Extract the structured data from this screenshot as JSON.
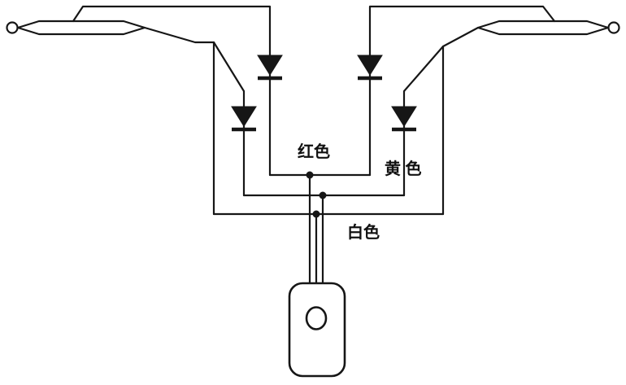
{
  "diagram": {
    "type": "antenna-diode-wiring-schematic",
    "background_color": "#ffffff",
    "line_color": "#161616",
    "labels": {
      "red_wire": "红色",
      "yellow_wire": "黄 色",
      "white_wire": "白色"
    },
    "components": {
      "antenna_elements": 2,
      "diodes": 4,
      "junction_dots": 3,
      "connector": "plug-with-hole"
    }
  }
}
